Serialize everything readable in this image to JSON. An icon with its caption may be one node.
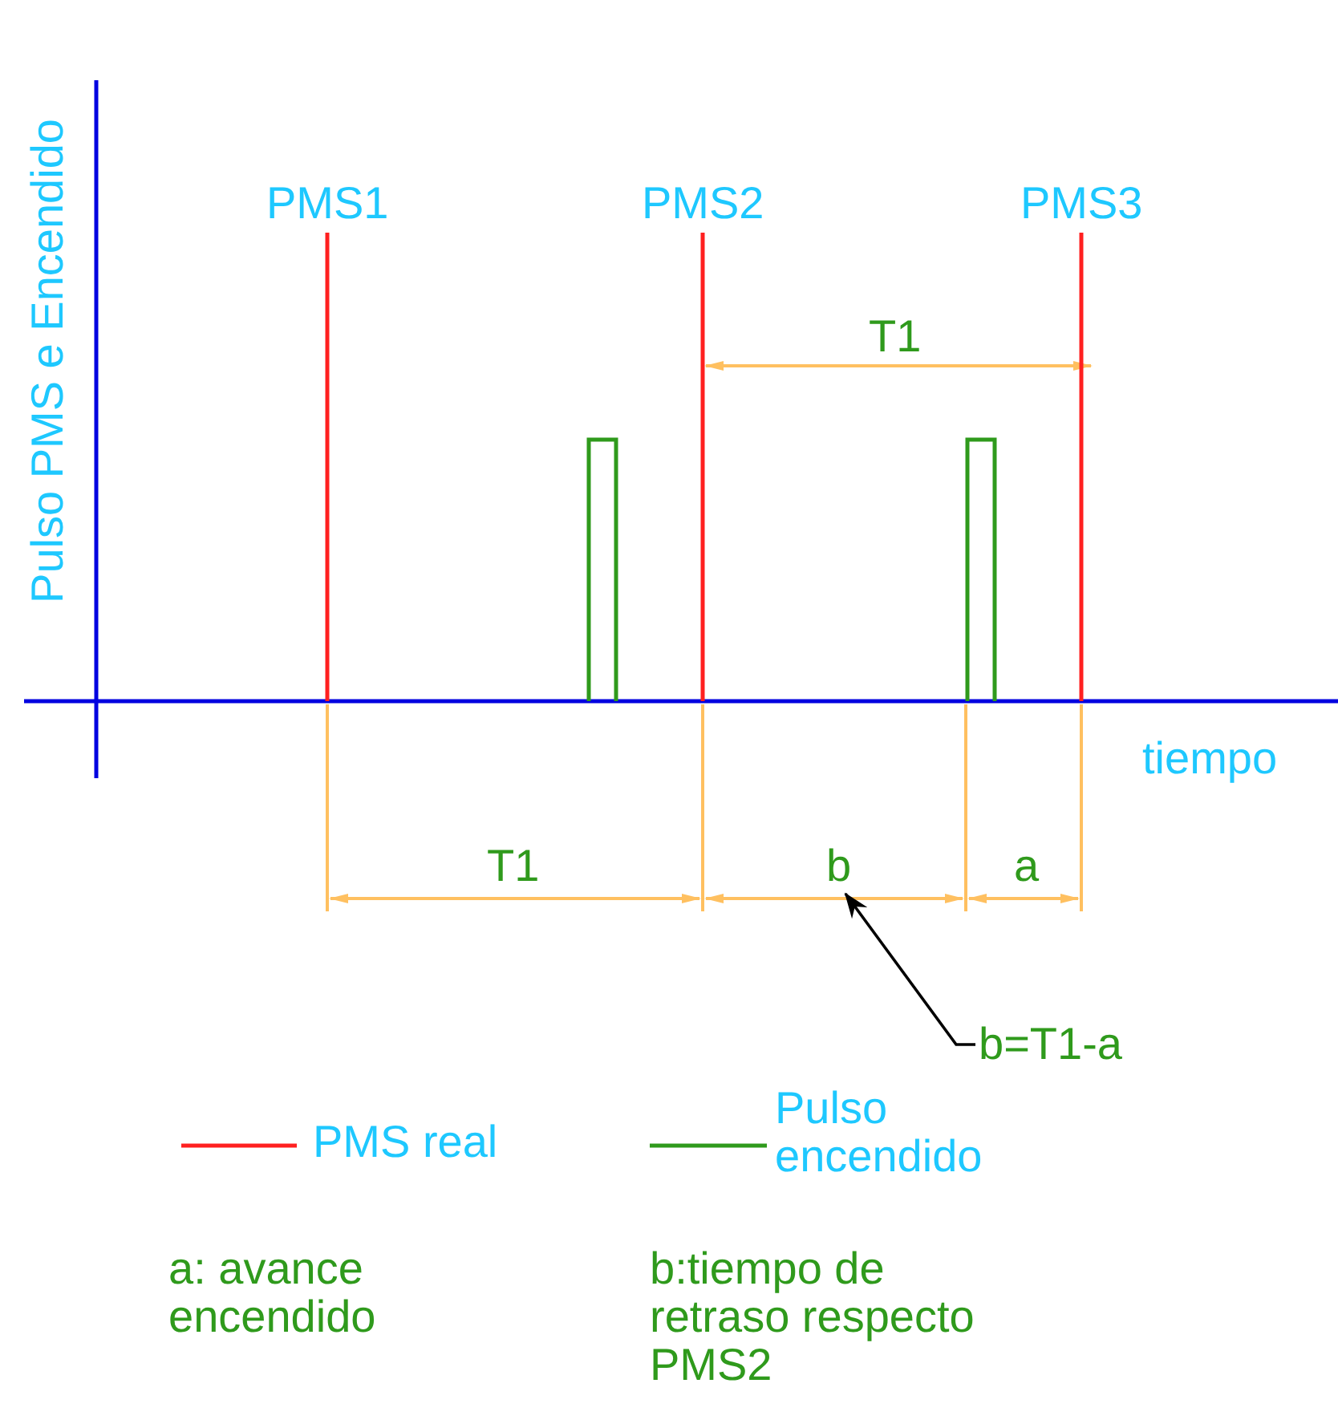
{
  "diagram": {
    "nodes": [
      {
        "text": [
          "b=T1-a"
        ]
      },
      {
        "text": [
          "b"
        ]
      }
    ],
    "edges": [
      {
        "from": 0,
        "to": 1,
        "arrow": "to"
      }
    ],
    "labels": [
      "Pulso PMS e Encendido",
      "PMS1",
      "PMS2",
      "PMS3",
      "T1",
      "tiempo",
      "T1",
      "a",
      "a: avance encendido",
      "b:tiempo de retraso respecto PMS2"
    ],
    "legend": [
      {
        "text": "PMS real"
      },
      {
        "text": "Pulso encendido"
      }
    ]
  }
}
